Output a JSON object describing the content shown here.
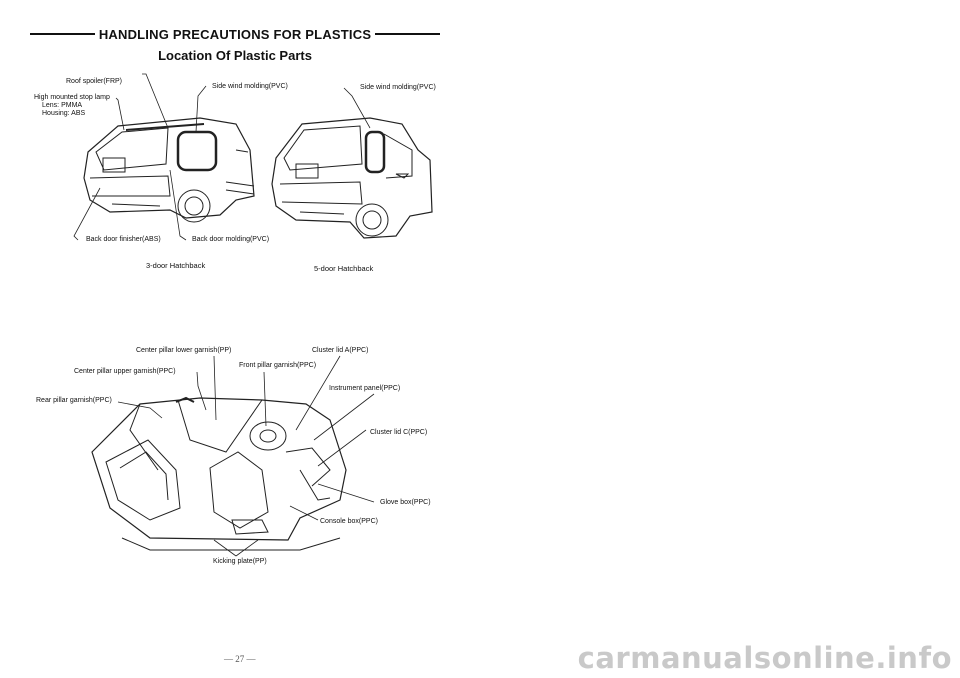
{
  "header": {
    "title": "HANDLING PRECAUTIONS FOR PLASTICS",
    "subtitle": "Location Of Plastic Parts"
  },
  "top_labels": {
    "roof_spoiler": "Roof spoiler(FRP)",
    "stop_lamp": "High mounted stop lamp",
    "lens": "Lens: PMMA",
    "housing": "Housing: ABS",
    "side_wind_3": "Side wind molding(PVC)",
    "side_wind_5": "Side wind molding(PVC)",
    "back_door_finisher": "Back door finisher(ABS)",
    "back_door_molding": "Back door molding(PVC)"
  },
  "captions": {
    "three_door": "3-door Hatchback",
    "five_door": "5-door Hatchback"
  },
  "interior_labels": {
    "center_pillar_lower": "Center pillar lower garnish(PP)",
    "cluster_lid_a": "Cluster lid A(PPC)",
    "front_pillar": "Front pillar garnish(PPC)",
    "center_pillar_upper": "Center pillar upper garnish(PPC)",
    "instrument_panel": "Instrument panel(PPC)",
    "rear_pillar": "Rear pillar garnish(PPC)",
    "cluster_lid_c": "Cluster lid C(PPC)",
    "glove_box": "Glove box(PPC)",
    "console_box": "Console box(PPC)",
    "kicking_plate": "Kicking plate(PP)"
  },
  "page_number": "— 27 —",
  "watermark": "carmanualsonline.info"
}
